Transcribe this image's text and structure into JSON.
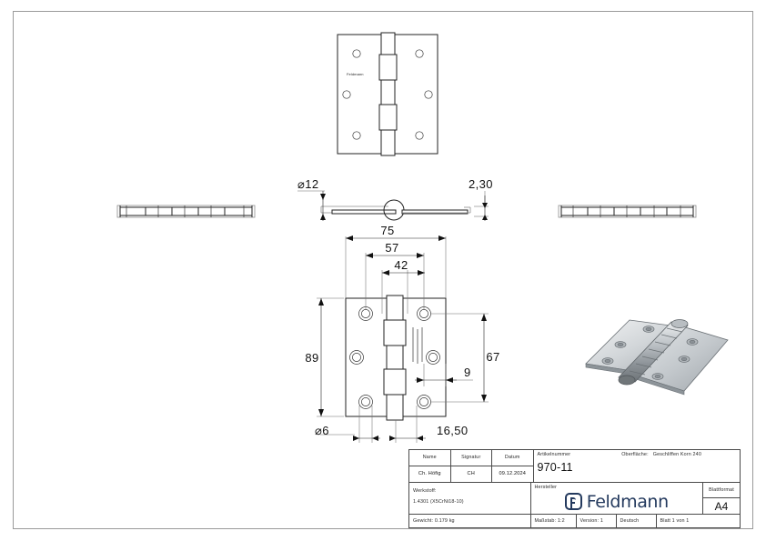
{
  "sheet": {
    "format": "A4"
  },
  "drawing": {
    "part_marking": "Feldmann",
    "views": {
      "top_view_label": "top-view-hinge",
      "section_view_label": "section-view",
      "front_view_label": "front-view-hinge",
      "left_edge_view_label": "left-edge-view",
      "right_edge_view_label": "right-edge-view",
      "iso_view_label": "isometric-render"
    },
    "dimensions": {
      "pin_diameter": "⌀12",
      "leaf_thickness": "2,30",
      "overall_width": "75",
      "hole_span_outer": "57",
      "hole_span_inner": "42",
      "overall_height": "89",
      "hole_height_span": "67",
      "edge_offset": "9",
      "hole_diameter": "⌀6",
      "knuckle_offset": "16,50"
    }
  },
  "title_block": {
    "headers": {
      "name": "Name",
      "signature": "Signatur",
      "date": "Datum"
    },
    "values": {
      "name": "Ch. Höfig",
      "signature": "CH",
      "date": "09.12.2024"
    },
    "article": {
      "label": "Artikelnummer",
      "value": "970-11"
    },
    "surface": {
      "label": "Oberfläche:",
      "value": "Geschliffen Korn 240"
    },
    "material": {
      "label": "Werkstoff:",
      "value": "1.4301 (X5CrNi18-10)"
    },
    "manufacturer": {
      "label": "Hersteller",
      "brand": "Feldmann"
    },
    "sheet_format": {
      "label": "Blattformat",
      "value": "A4"
    },
    "footer": {
      "weight": "Gewicht: 0.179 kg",
      "scale": "Maßstab: 1:2",
      "version": "Version: 1",
      "language": "Deutsch",
      "sheet": "Blatt 1 von 1"
    }
  },
  "colors": {
    "brand": "#243a5e",
    "line": "#222222",
    "frame": "#9a9a9a"
  }
}
